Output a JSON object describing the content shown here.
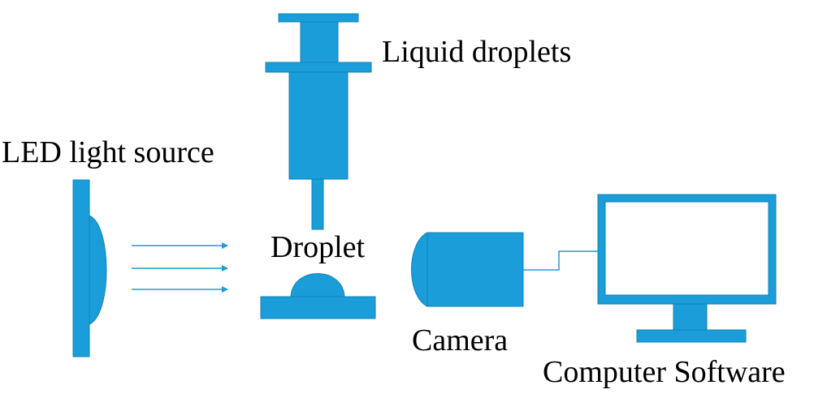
{
  "labels": {
    "liquid_droplets": "Liquid droplets",
    "led_light_source": "LED light source",
    "droplet": "Droplet",
    "camera": "Camera",
    "computer_software": "Computer Software"
  },
  "colors": {
    "component_fill": "#1a9dd8",
    "component_stroke": "#1283b8",
    "screen_fill": "#ffffff",
    "text": "#000000"
  },
  "light_rays": {
    "count": 3
  }
}
